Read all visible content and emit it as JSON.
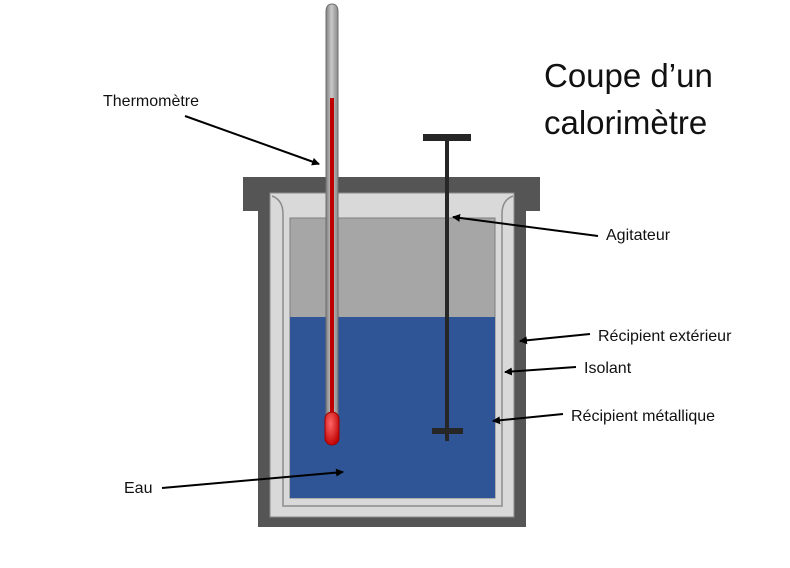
{
  "title_lines": [
    "Coupe d’un",
    "calorimètre"
  ],
  "labels": {
    "thermometre": "Thermomètre",
    "agitateur": "Agitateur",
    "recipient_exterieur": "Récipient extérieur",
    "isolant": "Isolant",
    "recipient_metallique": "Récipient métallique",
    "eau": "Eau"
  },
  "colors": {
    "outer_container": "#555555",
    "lid": "#555555",
    "insulation": "#d9d9d9",
    "metal_container": "#a6a6a6",
    "water": "#2f5597",
    "thermometer_glass": "#999999",
    "thermometer_liquid": "#c00000",
    "thermometer_bulb": "#ff0000",
    "stirrer": "#262626"
  }
}
